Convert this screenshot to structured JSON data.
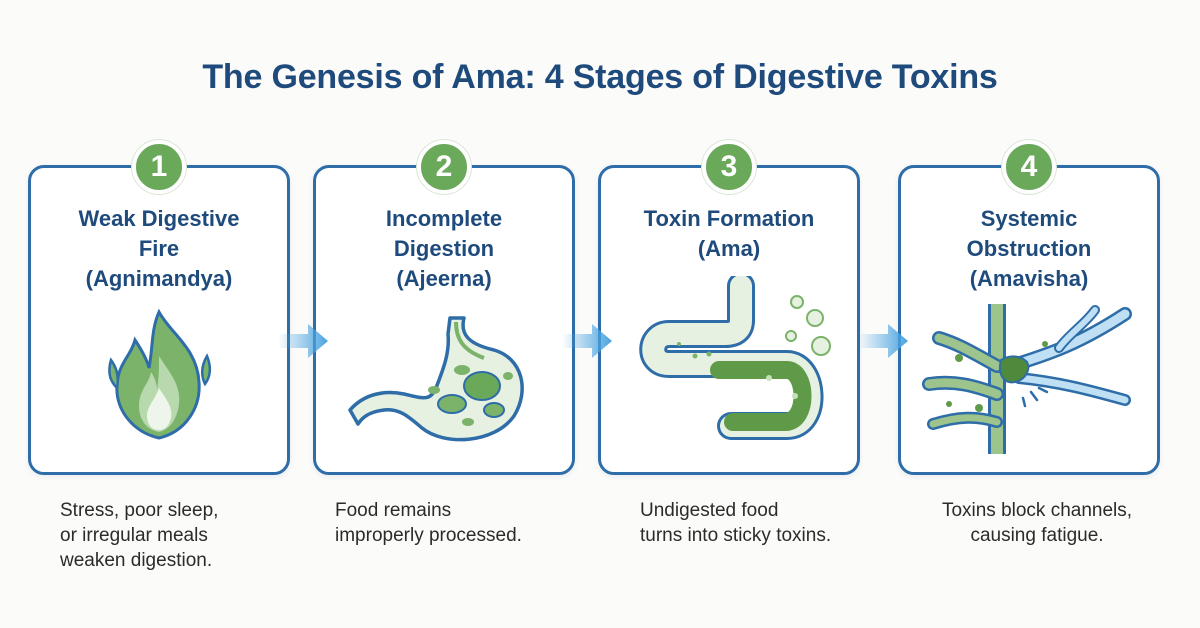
{
  "title": "The Genesis of Ama: 4 Stages of Digestive Toxins",
  "colors": {
    "border": "#2e6da8",
    "badge": "#6aa85a",
    "title": "#1e4a7c",
    "arrow": "#4aa3e0"
  },
  "stages": [
    {
      "number": "1",
      "title": [
        "Weak Digestive",
        "Fire",
        "(Agnimandya)"
      ],
      "icon": "fire-icon",
      "description": [
        "Stress, poor sleep,",
        "or irregular meals",
        "weaken digestion."
      ]
    },
    {
      "number": "2",
      "title": [
        "Incomplete",
        "Digestion",
        "(Ajeerna)"
      ],
      "icon": "stomach-icon",
      "description": [
        "Food remains",
        "improperly processed."
      ]
    },
    {
      "number": "3",
      "title": [
        "Toxin Formation",
        "(Ama)"
      ],
      "icon": "intestine-icon",
      "description": [
        "Undigested food",
        "turns into sticky toxins."
      ]
    },
    {
      "number": "4",
      "title": [
        "Systemic",
        "Obstruction",
        "(Amavisha)"
      ],
      "icon": "blocked-channels-icon",
      "description": [
        "Toxins block channels,",
        "causing fatigue."
      ]
    }
  ]
}
